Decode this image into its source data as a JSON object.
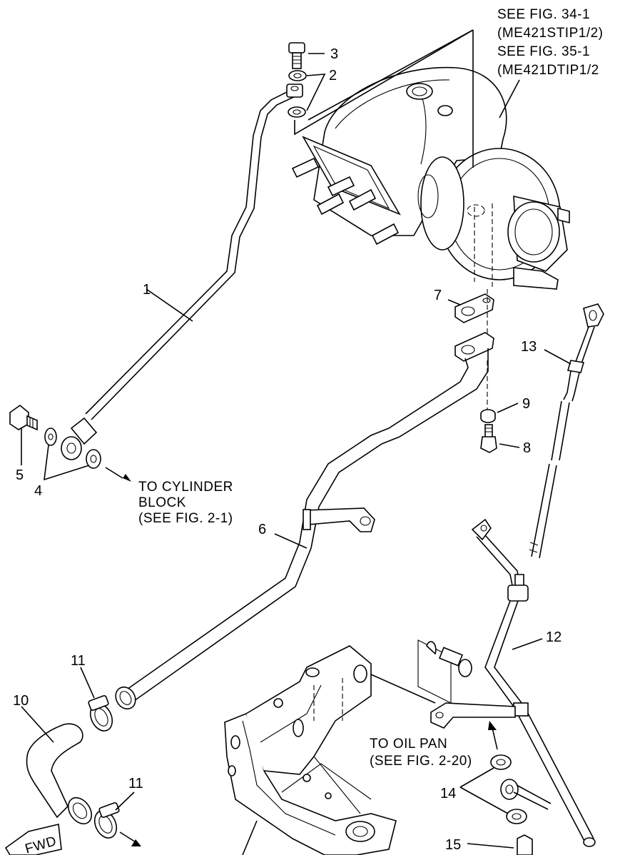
{
  "refs": {
    "fig34": "SEE FIG. 34-1",
    "fig34_model": "(ME421STIP1/2)",
    "fig35": "SEE FIG. 35-1",
    "fig35_model": "(ME421DTIP1/2",
    "cyl_1": "TO CYLINDER",
    "cyl_2": "BLOCK",
    "cyl_3": "(SEE FIG. 2-1)",
    "oil_1": "TO OIL PAN",
    "oil_2": "(SEE FIG. 2-20)",
    "fwd": "FWD"
  },
  "callouts": {
    "p1": "1",
    "p2": "2",
    "p3": "3",
    "p4": "4",
    "p5": "5",
    "p6": "6",
    "p7": "7",
    "p8": "8",
    "p9": "9",
    "p10": "10",
    "p11a": "11",
    "p11b": "11",
    "p12": "12",
    "p13": "13",
    "p14": "14",
    "p15": "15"
  }
}
